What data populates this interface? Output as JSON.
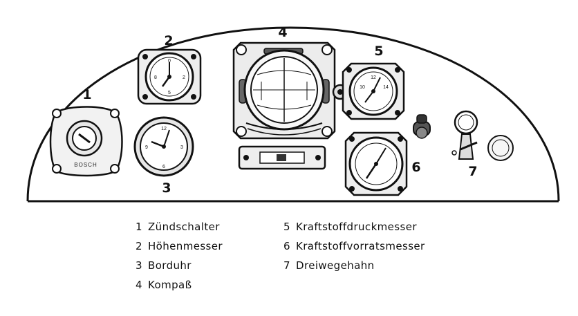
{
  "figure": {
    "callouts": [
      "1",
      "2",
      "3",
      "4",
      "5",
      "6",
      "7"
    ],
    "brand_label": "BOSCH"
  },
  "legend": {
    "left": [
      {
        "num": "1",
        "label": "Zündschalter"
      },
      {
        "num": "2",
        "label": "Höhenmesser"
      },
      {
        "num": "3",
        "label": "Borduhr"
      },
      {
        "num": "4",
        "label": "Kompaß"
      }
    ],
    "right": [
      {
        "num": "5",
        "label": "Kraftstoffdruckmesser"
      },
      {
        "num": "6",
        "label": "Kraftstoffvorratsmesser"
      },
      {
        "num": "7",
        "label": "Dreiwegehahn"
      }
    ]
  }
}
